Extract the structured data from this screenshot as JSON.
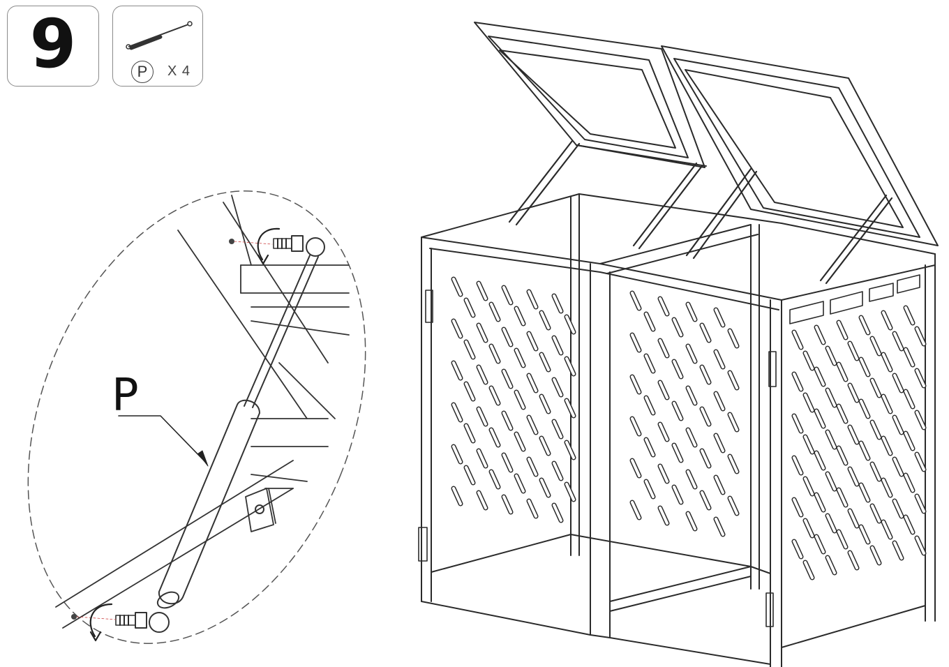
{
  "step": {
    "number": "9"
  },
  "part": {
    "letter": "P",
    "quantity": "X 4"
  },
  "callout": {
    "label": "P"
  }
}
